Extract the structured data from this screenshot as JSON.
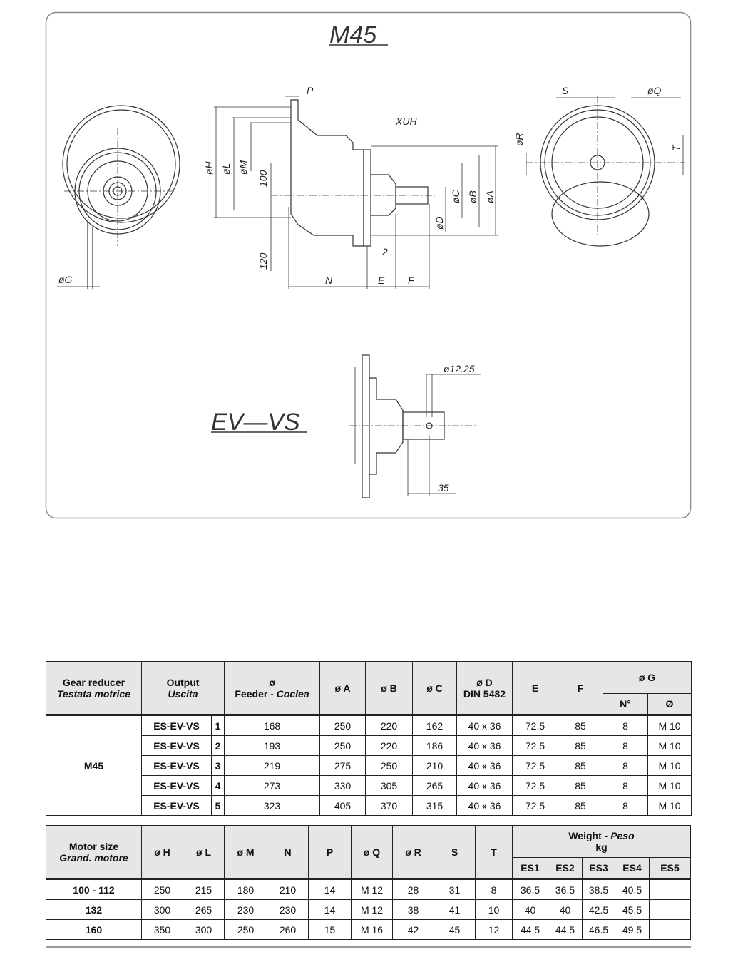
{
  "drawing": {
    "title": "M45",
    "subtitle": "EV—VS",
    "labels": {
      "P": "P",
      "XUH": "XUH",
      "H": "øH",
      "L": "øL",
      "M": "øM",
      "d100": "100",
      "d120": "120",
      "N": "N",
      "E": "E",
      "F": "F",
      "d2": "2",
      "C": "øC",
      "B": "øB",
      "A": "øA",
      "D": "øD",
      "G": "øG",
      "S": "S",
      "Q": "øQ",
      "R": "øR",
      "T": "T",
      "d1225": "ø12.25",
      "d35": "35"
    }
  },
  "table1": {
    "headers": {
      "gear": [
        "Gear reducer",
        "Testata motrice"
      ],
      "output": [
        "Output",
        "Uscita"
      ],
      "feeder": [
        "ø",
        "Feeder - ",
        "Coclea"
      ],
      "A": "ø A",
      "B": "ø B",
      "C": "ø C",
      "D": [
        "ø D",
        "DIN 5482"
      ],
      "E": "E",
      "F": "F",
      "G": "ø G",
      "Gn": "N°",
      "Gd": "Ø"
    },
    "group": "M45",
    "rows": [
      [
        "ES-EV-VS",
        "1",
        "168",
        "250",
        "220",
        "162",
        "40 x 36",
        "72.5",
        "85",
        "8",
        "M 10"
      ],
      [
        "ES-EV-VS",
        "2",
        "193",
        "250",
        "220",
        "186",
        "40 x 36",
        "72.5",
        "85",
        "8",
        "M 10"
      ],
      [
        "ES-EV-VS",
        "3",
        "219",
        "275",
        "250",
        "210",
        "40 x 36",
        "72.5",
        "85",
        "8",
        "M 10"
      ],
      [
        "ES-EV-VS",
        "4",
        "273",
        "330",
        "305",
        "265",
        "40 x 36",
        "72.5",
        "85",
        "8",
        "M 10"
      ],
      [
        "ES-EV-VS",
        "5",
        "323",
        "405",
        "370",
        "315",
        "40 x 36",
        "72.5",
        "85",
        "8",
        "M 10"
      ]
    ]
  },
  "table2": {
    "headers": {
      "motor": [
        "Motor size",
        "Grand. motore"
      ],
      "cols": [
        "ø H",
        "ø L",
        "ø M",
        "N",
        "P",
        "ø Q",
        "ø R",
        "S",
        "T"
      ],
      "weight": [
        "Weight - ",
        "Peso",
        "kg"
      ],
      "es": [
        "ES1",
        "ES2",
        "ES3",
        "ES4",
        "ES5"
      ]
    },
    "rows": [
      [
        "100 - 112",
        "250",
        "215",
        "180",
        "210",
        "14",
        "M 12",
        "28",
        "31",
        "8",
        "36.5",
        "36.5",
        "38.5",
        "40.5",
        ""
      ],
      [
        "132",
        "300",
        "265",
        "230",
        "230",
        "14",
        "M 12",
        "38",
        "41",
        "10",
        "40",
        "40",
        "42.5",
        "45.5",
        ""
      ],
      [
        "160",
        "350",
        "300",
        "250",
        "260",
        "15",
        "M 16",
        "42",
        "45",
        "12",
        "44.5",
        "44.5",
        "46.5",
        "49.5",
        ""
      ]
    ]
  }
}
